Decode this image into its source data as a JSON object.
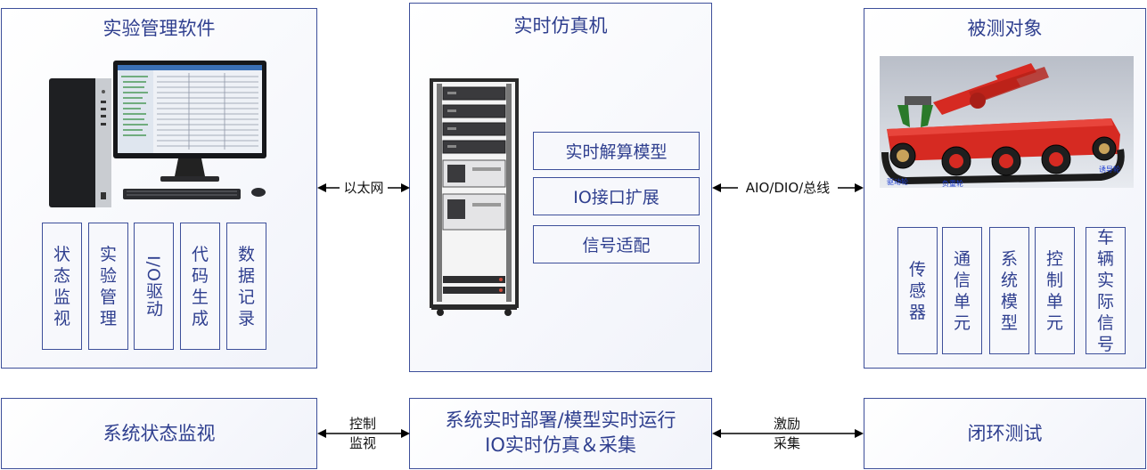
{
  "software": {
    "title": "实验管理软件",
    "modules": [
      "状态监视",
      "实验管理",
      "I/O驱动",
      "代码生成",
      "数据记录"
    ]
  },
  "simulator": {
    "title": "实时仿真机",
    "functions": [
      "实时解算模型",
      "IO接口扩展",
      "信号适配"
    ]
  },
  "target": {
    "title": "被测对象",
    "modules": [
      "传感器",
      "通信单元",
      "系统模型",
      "控制单元",
      "车辆实际信号"
    ],
    "wheel_labels": {
      "drive": "驱动轮",
      "load": "负重轮",
      "guide": "诱导轮"
    }
  },
  "links": {
    "ethernet": "以太网",
    "bus": "AIO/DIO/总线",
    "control_monitor": [
      "控制",
      "监视"
    ],
    "excite_collect": [
      "激励",
      "采集"
    ]
  },
  "bottom": {
    "left": "系统状态监视",
    "center": [
      "系统实时部署/模型实时运行",
      "IO实时仿真＆采集"
    ],
    "right": "闭环测试"
  },
  "colors": {
    "border": "#3d4f9a",
    "text": "#2f3f8f",
    "vehicle": "#d62a22"
  }
}
